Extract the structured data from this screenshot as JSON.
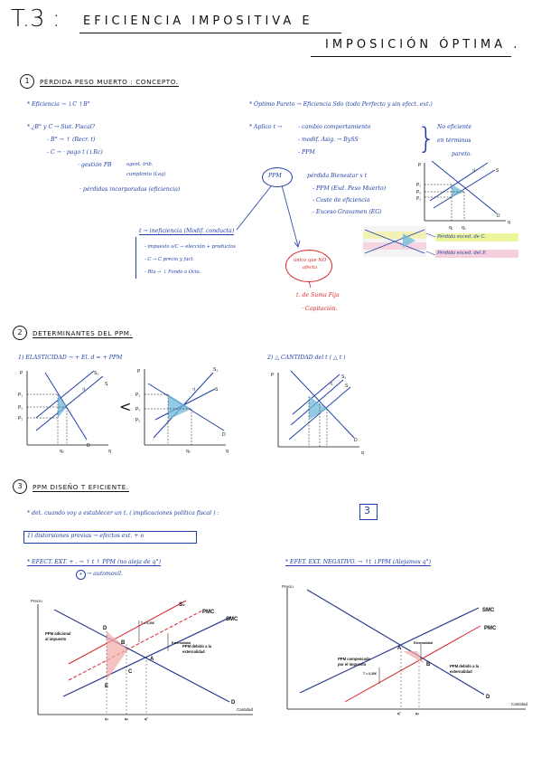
{
  "header": {
    "unit": "T.3 :",
    "title_line1": "EFICIENCIA   IMPOSITIVA   E",
    "title_line2": "IMPOSICIÓN   ÓPTIMA ."
  },
  "s1": {
    "num": "1",
    "title": "PÉRDIDA PESO MUERTO : CONCEPTO.",
    "eficiencia": "* Eficiencia  →  ↓C  ↑B°",
    "q1": "* ¿B° y C → Sist. Fiscal?",
    "b_rec": "- B° → ↑ (Recr. t)",
    "c_line": "- C  →  · pago t (↓Rc)",
    "gestion": "· gestión PB",
    "agent": "agent. trib.",
    "cumpl": "cumplimto (Leg)",
    "perdidas": "· pérdidas incorporadas (eficiencia)",
    "optimo": "* Óptimo Pareto → Eficiencia Sdo (todo Perfecto y sin efect. ext.)",
    "aplico": "* Aplico t →",
    "cambio": "- cambio comportamiento",
    "modif": "- modif. Asig. → BySS",
    "ppm_small": "- PPM",
    "no_ef": "No eficiente",
    "en_term": "en términos",
    "pareto": "pareto.",
    "ppm_circle": "PPM",
    "perdida_bienestar": "pérdida Bienestar x t",
    "ppm_exc": "- PPM (Exd. Peso Muerto)",
    "coste": "- Coste de eficiencia",
    "exceso": "- Exceso Gravamen (EG)",
    "t_inef": "t → ineficiencia (Modif. conducta)",
    "impuesto": "- impuesto s/C → elección + productos",
    "c_prod": "- C → C precio y fact.",
    "rta": "- Rta → ↓ Fondo a Ocio.",
    "unico": "único que NO afecta",
    "suma_fija": "t. de Suma Fija",
    "capitacion": "· Capitación.",
    "perdida_c": "Pérdida exced. de C.",
    "perdida_p": "Pérdida exced. del P."
  },
  "s2": {
    "num": "2",
    "title": "DETERMINANTES DEL PPM.",
    "elasticidad": "1) ELASTICIDAD  → + El. d = + PPM",
    "cantidad": "2) △ CANTIDAD del t  ( △ t )",
    "lt": "<"
  },
  "s3": {
    "num": "3",
    "title": "PPM DISEÑO T EFICIENTE.",
    "det": "* det. cuando voy a establecer un t.  ( implicaciones política fiscal ) :",
    "boxed_num": "3",
    "distorsiones": "1) distorsiones previas → efectos ext. + o",
    "efect_pos": "* EFECT. EXT. + . → ↑ t ↑ PPM (no aleja de q°)",
    "efect_pos2": "→ automovil.",
    "efect_neg": "* EFET. EXT. NEGATIVO. → ↑t ↓PPM (Alejamos q°)"
  },
  "axis": {
    "p": "P",
    "q": "q",
    "s": "S",
    "s1": "S₁",
    "d": "D",
    "dt": "↑t",
    "p1": "P₁",
    "p0": "P₀",
    "p2": "P₂",
    "q1": "q₁",
    "q0": "q₀",
    "t_sm": "t",
    "qe": "q"
  },
  "g1": {
    "precio": "Precio",
    "cantidad": "Cantidad",
    "s2": "S₂",
    "pmc": "PMC",
    "smc": "SMC",
    "d": "D",
    "tax": "T = 0,30€",
    "ext": "Externalidad",
    "ppm_add": "PPM adicional",
    "ppm_add2": "al impuesto",
    "ppm_ext": "PPM debido a la",
    "ppm_ext2": "externalidad",
    "pa": "D",
    "pb": "B",
    "pc": "C",
    "pA": "A",
    "pe": "E",
    "x1": "q₁",
    "x2": "q₀",
    "x3": "q°"
  },
  "g2": {
    "precio": "Precio",
    "cantidad": "Cantidad",
    "smc": "SMC",
    "pmc": "PMC",
    "d": "D",
    "tax": "T = 0,30€",
    "ext": "Externalidad",
    "comp": "PPM compensada",
    "comp2": "por el impuesto",
    "ppm_ext": "PPM debido a la",
    "ppm_ext2": "externalidad",
    "pA": "A",
    "pB": "B",
    "x1": "q°",
    "x2": "q₀"
  }
}
